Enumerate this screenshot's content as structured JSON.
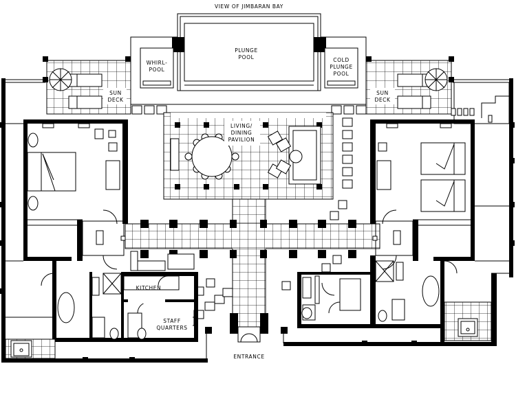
{
  "labels": {
    "view": "VIEW OF JIMBARAN BAY",
    "plunge_pool_1": "PLUNGE",
    "plunge_pool_2": "POOL",
    "whirlpool_1": "WHIRL-",
    "whirlpool_2": "POOL",
    "cold_plunge_1": "COLD",
    "cold_plunge_2": "PLUNGE",
    "cold_plunge_3": "POOL",
    "sun_deck_left_1": "SUN",
    "sun_deck_left_2": "DECK",
    "sun_deck_right_1": "SUN",
    "sun_deck_right_2": "DECK",
    "living_1": "LIVING/",
    "living_2": "DINING",
    "living_3": "PAVILION",
    "kitchen": "KITCHEN",
    "staff_1": "STAFF",
    "staff_2": "QUARTERS",
    "entrance": "ENTRANCE"
  }
}
